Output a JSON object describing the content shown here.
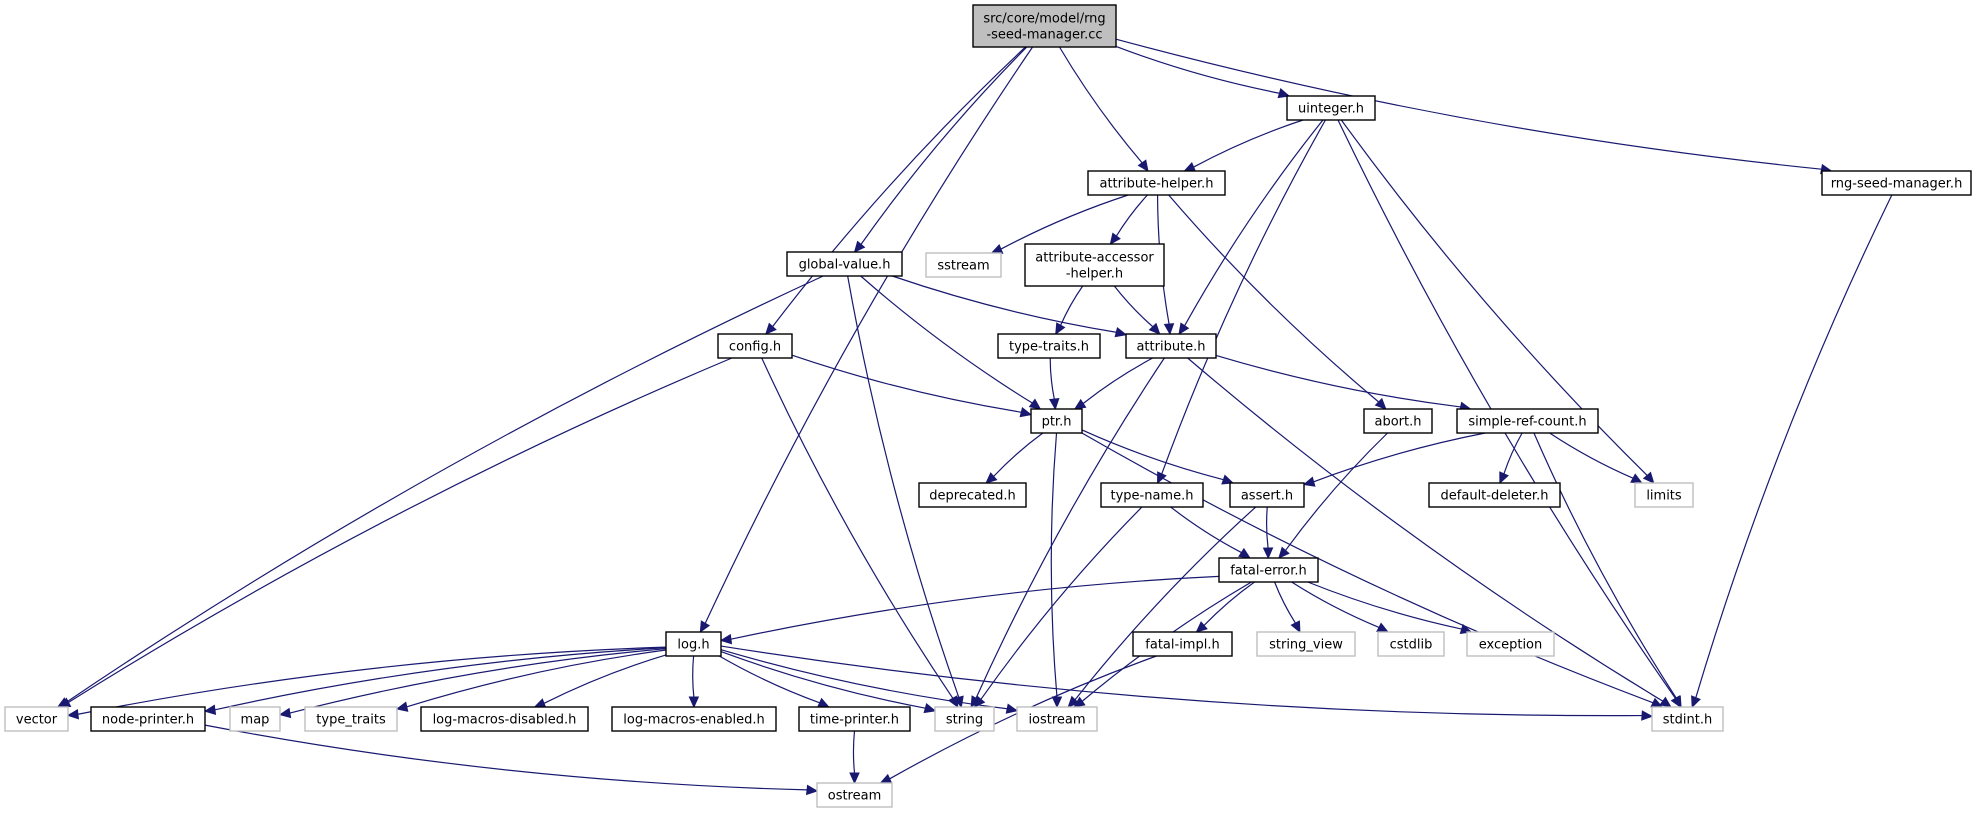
{
  "graph": {
    "title": "src/core/model/rng-seed-manager.cc include dependency graph",
    "edge_color": "#191970",
    "root_fill": "#bfbfbf",
    "nodes": [
      {
        "id": "root",
        "label": [
          "src/core/model/rng",
          "-seed-manager.cc"
        ],
        "kind": "root"
      },
      {
        "id": "uinteger",
        "label": [
          "uinteger.h"
        ],
        "kind": "local"
      },
      {
        "id": "attrhelper",
        "label": [
          "attribute-helper.h"
        ],
        "kind": "local"
      },
      {
        "id": "rngseed",
        "label": [
          "rng-seed-manager.h"
        ],
        "kind": "local"
      },
      {
        "id": "sstream",
        "label": [
          "sstream"
        ],
        "kind": "sys"
      },
      {
        "id": "accessor",
        "label": [
          "attribute-accessor",
          "-helper.h"
        ],
        "kind": "local"
      },
      {
        "id": "globalvalue",
        "label": [
          "global-value.h"
        ],
        "kind": "local"
      },
      {
        "id": "config",
        "label": [
          "config.h"
        ],
        "kind": "local"
      },
      {
        "id": "typetraits",
        "label": [
          "type-traits.h"
        ],
        "kind": "local"
      },
      {
        "id": "attribute",
        "label": [
          "attribute.h"
        ],
        "kind": "local"
      },
      {
        "id": "ptr",
        "label": [
          "ptr.h"
        ],
        "kind": "local"
      },
      {
        "id": "abort",
        "label": [
          "abort.h"
        ],
        "kind": "local"
      },
      {
        "id": "simpleref",
        "label": [
          "simple-ref-count.h"
        ],
        "kind": "local"
      },
      {
        "id": "deprecated",
        "label": [
          "deprecated.h"
        ],
        "kind": "local"
      },
      {
        "id": "typename",
        "label": [
          "type-name.h"
        ],
        "kind": "local"
      },
      {
        "id": "assert",
        "label": [
          "assert.h"
        ],
        "kind": "local"
      },
      {
        "id": "defdeleter",
        "label": [
          "default-deleter.h"
        ],
        "kind": "local"
      },
      {
        "id": "limits",
        "label": [
          "limits"
        ],
        "kind": "sys"
      },
      {
        "id": "fatalerror",
        "label": [
          "fatal-error.h"
        ],
        "kind": "local"
      },
      {
        "id": "log",
        "label": [
          "log.h"
        ],
        "kind": "local"
      },
      {
        "id": "fatalimpl",
        "label": [
          "fatal-impl.h"
        ],
        "kind": "local"
      },
      {
        "id": "stringview",
        "label": [
          "string_view"
        ],
        "kind": "sys"
      },
      {
        "id": "cstdlib",
        "label": [
          "cstdlib"
        ],
        "kind": "sys"
      },
      {
        "id": "exception",
        "label": [
          "exception"
        ],
        "kind": "sys"
      },
      {
        "id": "vector",
        "label": [
          "vector"
        ],
        "kind": "sys"
      },
      {
        "id": "nodeprinter",
        "label": [
          "node-printer.h"
        ],
        "kind": "local"
      },
      {
        "id": "map",
        "label": [
          "map"
        ],
        "kind": "sys"
      },
      {
        "id": "type_traits",
        "label": [
          "type_traits"
        ],
        "kind": "sys"
      },
      {
        "id": "logdisabled",
        "label": [
          "log-macros-disabled.h"
        ],
        "kind": "local"
      },
      {
        "id": "logenabled",
        "label": [
          "log-macros-enabled.h"
        ],
        "kind": "local"
      },
      {
        "id": "timeprinter",
        "label": [
          "time-printer.h"
        ],
        "kind": "local"
      },
      {
        "id": "string",
        "label": [
          "string"
        ],
        "kind": "sys"
      },
      {
        "id": "iostream",
        "label": [
          "iostream"
        ],
        "kind": "sys"
      },
      {
        "id": "stdint",
        "label": [
          "stdint.h"
        ],
        "kind": "sys"
      },
      {
        "id": "ostream",
        "label": [
          "ostream"
        ],
        "kind": "sys"
      }
    ],
    "edges": [
      [
        "root",
        "uinteger"
      ],
      [
        "root",
        "attrhelper"
      ],
      [
        "root",
        "rngseed"
      ],
      [
        "root",
        "globalvalue"
      ],
      [
        "root",
        "config"
      ],
      [
        "root",
        "log"
      ],
      [
        "uinteger",
        "attrhelper"
      ],
      [
        "uinteger",
        "attribute"
      ],
      [
        "uinteger",
        "typename"
      ],
      [
        "uinteger",
        "limits"
      ],
      [
        "uinteger",
        "stdint"
      ],
      [
        "attrhelper",
        "sstream"
      ],
      [
        "attrhelper",
        "accessor"
      ],
      [
        "attrhelper",
        "attribute"
      ],
      [
        "attrhelper",
        "abort"
      ],
      [
        "rngseed",
        "stdint"
      ],
      [
        "accessor",
        "typetraits"
      ],
      [
        "accessor",
        "attribute"
      ],
      [
        "globalvalue",
        "attribute"
      ],
      [
        "globalvalue",
        "ptr"
      ],
      [
        "globalvalue",
        "vector"
      ],
      [
        "globalvalue",
        "string"
      ],
      [
        "config",
        "ptr"
      ],
      [
        "config",
        "vector"
      ],
      [
        "config",
        "string"
      ],
      [
        "typetraits",
        "ptr"
      ],
      [
        "attribute",
        "ptr"
      ],
      [
        "attribute",
        "simpleref"
      ],
      [
        "attribute",
        "string"
      ],
      [
        "attribute",
        "stdint"
      ],
      [
        "ptr",
        "deprecated"
      ],
      [
        "ptr",
        "assert"
      ],
      [
        "ptr",
        "iostream"
      ],
      [
        "ptr",
        "stdint"
      ],
      [
        "abort",
        "fatalerror"
      ],
      [
        "simpleref",
        "assert"
      ],
      [
        "simpleref",
        "defdeleter"
      ],
      [
        "simpleref",
        "limits"
      ],
      [
        "simpleref",
        "stdint"
      ],
      [
        "typename",
        "fatalerror"
      ],
      [
        "typename",
        "string"
      ],
      [
        "assert",
        "fatalerror"
      ],
      [
        "assert",
        "iostream"
      ],
      [
        "fatalerror",
        "log"
      ],
      [
        "fatalerror",
        "fatalimpl"
      ],
      [
        "fatalerror",
        "stringview"
      ],
      [
        "fatalerror",
        "cstdlib"
      ],
      [
        "fatalerror",
        "exception"
      ],
      [
        "fatalerror",
        "iostream"
      ],
      [
        "fatalimpl",
        "ostream"
      ],
      [
        "log",
        "vector"
      ],
      [
        "log",
        "nodeprinter"
      ],
      [
        "log",
        "map"
      ],
      [
        "log",
        "type_traits"
      ],
      [
        "log",
        "logdisabled"
      ],
      [
        "log",
        "logenabled"
      ],
      [
        "log",
        "timeprinter"
      ],
      [
        "log",
        "string"
      ],
      [
        "log",
        "iostream"
      ],
      [
        "log",
        "stdint"
      ],
      [
        "nodeprinter",
        "ostream"
      ],
      [
        "timeprinter",
        "ostream"
      ]
    ]
  }
}
